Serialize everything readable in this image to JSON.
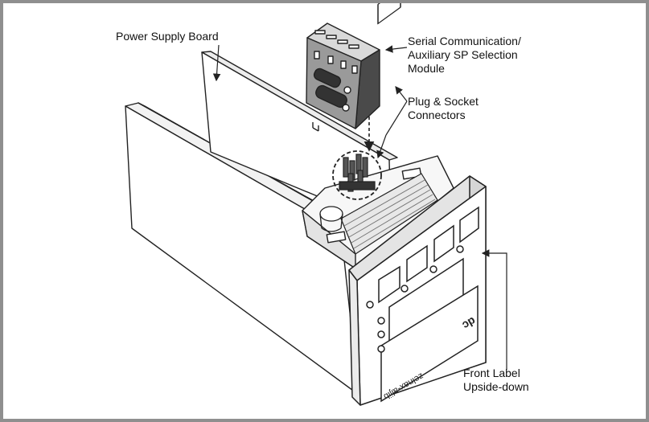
{
  "labels": {
    "power_supply_board": "Power Supply Board",
    "serial_module": [
      "Serial Communication/",
      "Auxiliary SP Selection",
      "Module"
    ],
    "plug_socket": [
      "Plug & Socket",
      "Connectors"
    ],
    "front_label": [
      "Front Label",
      "Upside-down"
    ]
  },
  "bezel_text": {
    "upside_down_label": "zelnax-aljib",
    "logo": "dc"
  },
  "colors": {
    "frame": "#8f8f8f",
    "line": "#222222",
    "module_dark": "#4a4a4a",
    "module_mid": "#9a9a9a"
  }
}
